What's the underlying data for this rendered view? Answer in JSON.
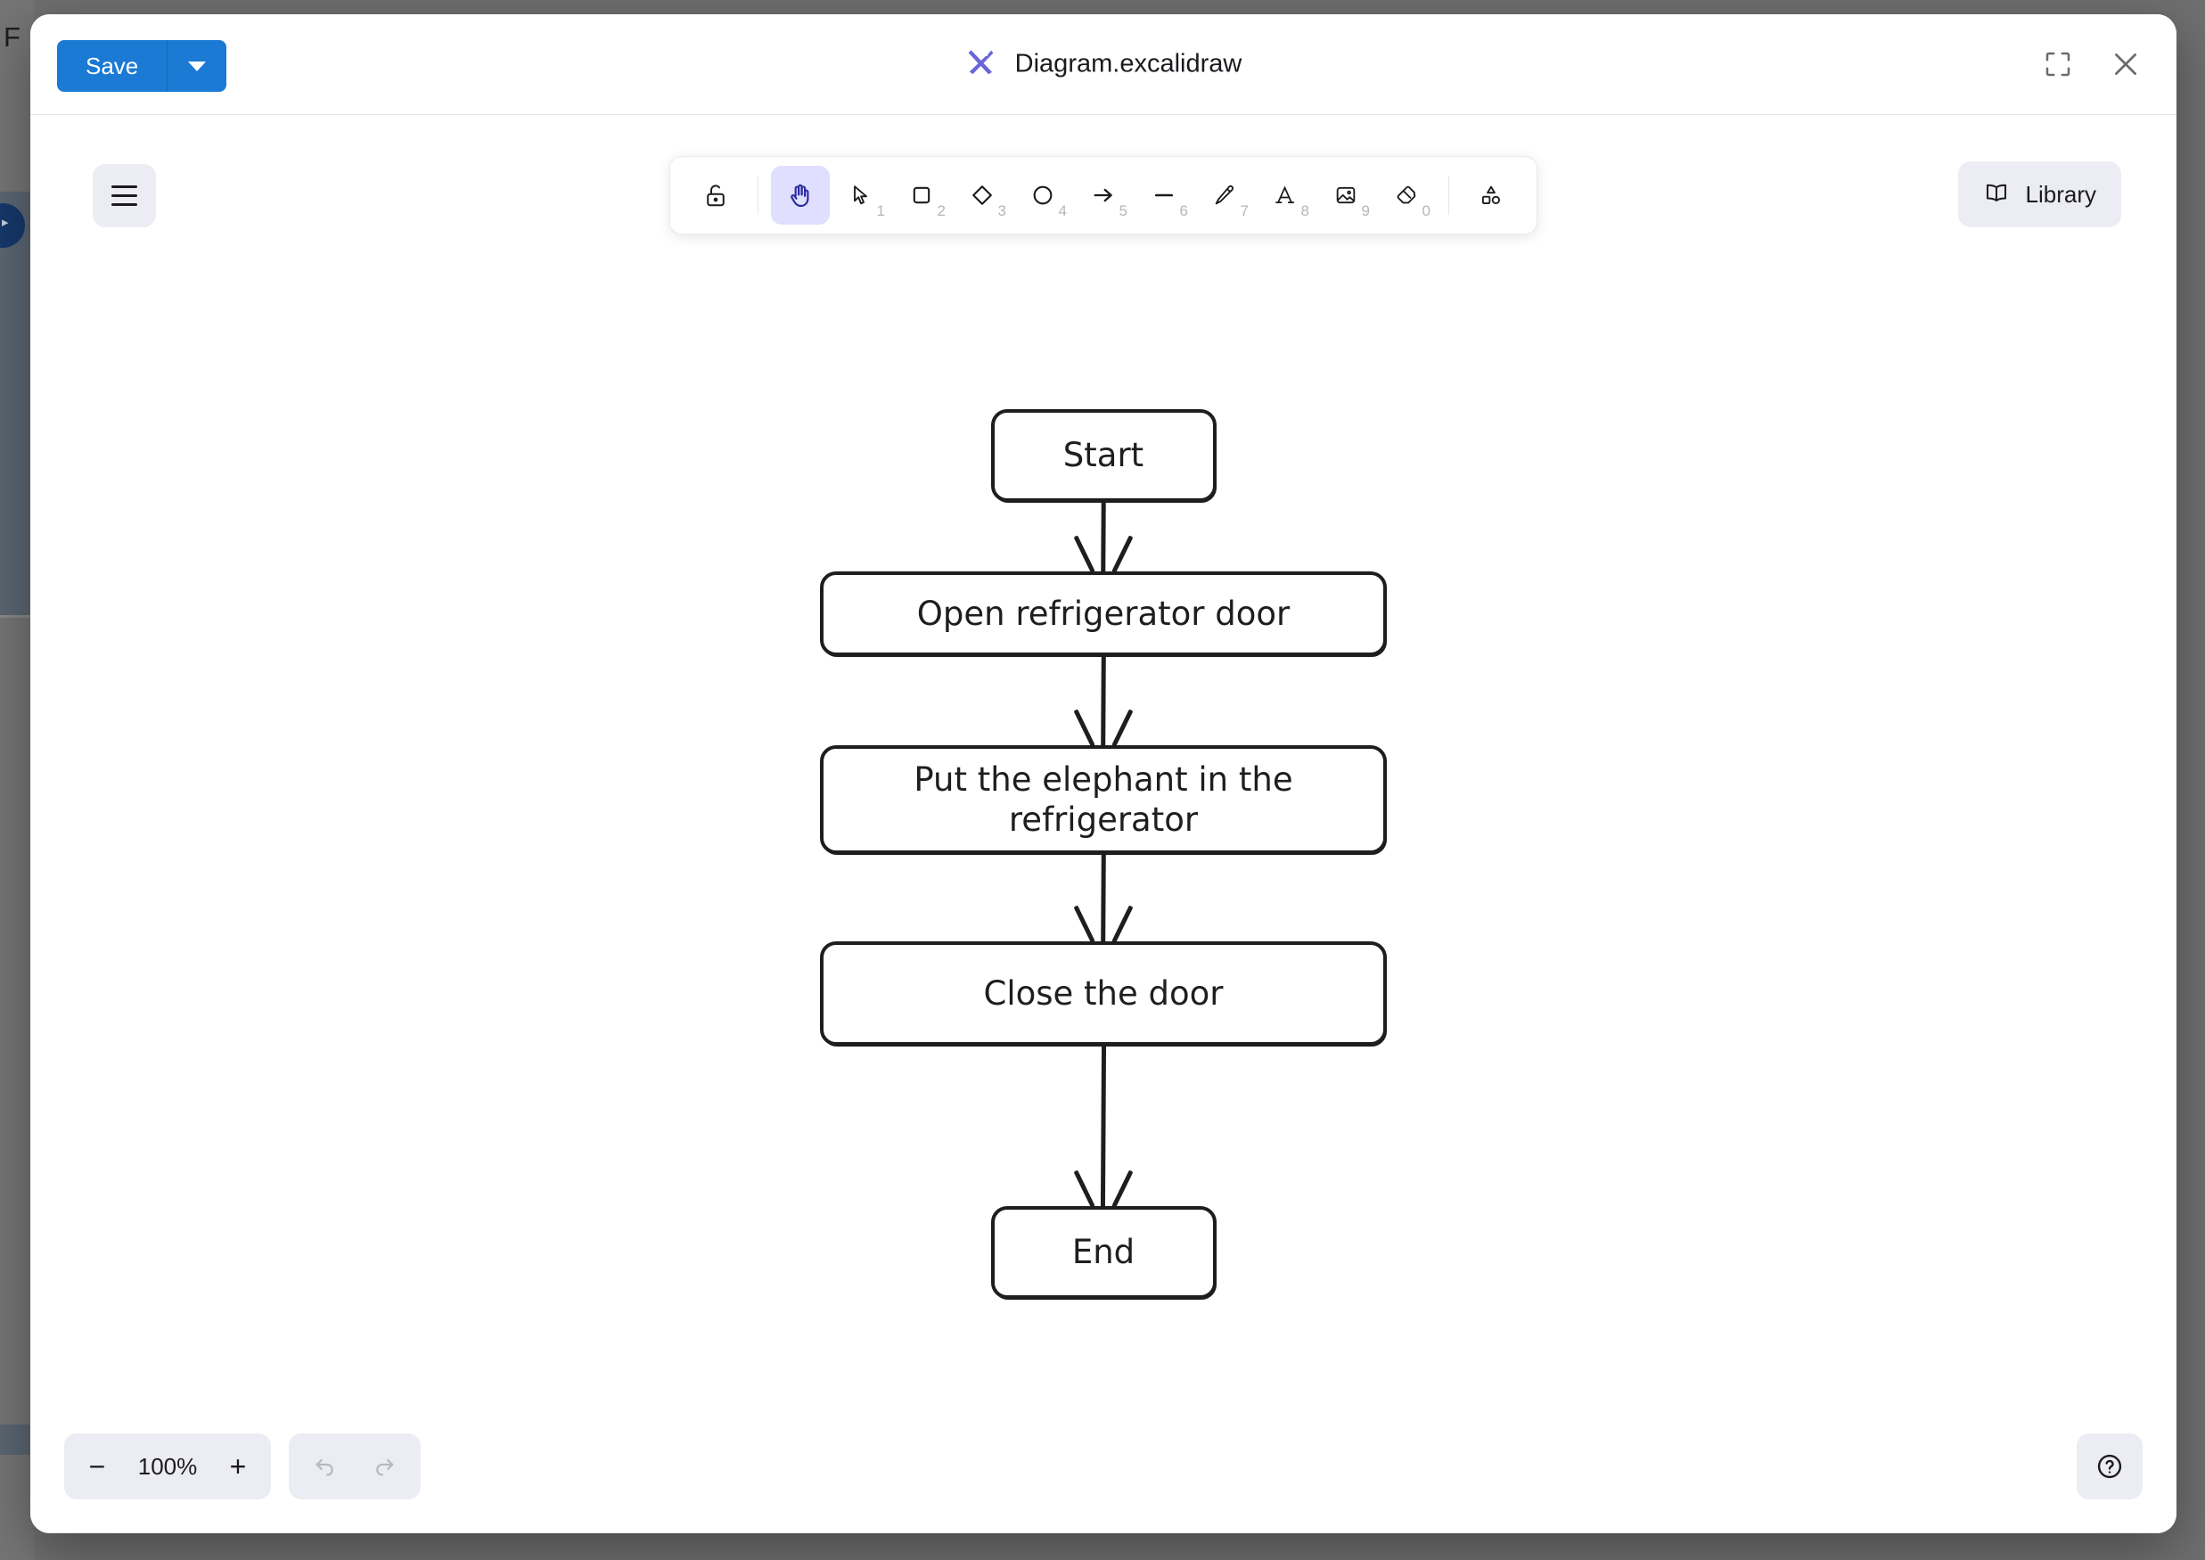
{
  "backdrop": {
    "partial_text": "F",
    "avatar_glyph": "▸"
  },
  "titlebar": {
    "save_label": "Save",
    "save_dropdown_icon": "chevron-down-icon",
    "logo_icon": "excalidraw-logo-icon",
    "app_title": "Diagram.excalidraw",
    "fullscreen_icon": "fullscreen-icon",
    "close_icon": "close-icon"
  },
  "canvas": {
    "menu_icon": "hamburger-menu-icon",
    "library_label": "Library",
    "library_icon": "book-icon"
  },
  "toolbar": {
    "tools": [
      {
        "name": "lock-icon",
        "label": "Keep selected tool active after drawing",
        "shortcut": "",
        "active": false
      },
      {
        "name": "hand-icon",
        "label": "Hand (panning tool)",
        "shortcut": "",
        "active": true
      },
      {
        "name": "selection-icon",
        "label": "Selection",
        "shortcut": "1",
        "active": false
      },
      {
        "name": "rectangle-icon",
        "label": "Rectangle",
        "shortcut": "2",
        "active": false
      },
      {
        "name": "diamond-icon",
        "label": "Diamond",
        "shortcut": "3",
        "active": false
      },
      {
        "name": "ellipse-icon",
        "label": "Ellipse",
        "shortcut": "4",
        "active": false
      },
      {
        "name": "arrow-icon",
        "label": "Arrow",
        "shortcut": "5",
        "active": false
      },
      {
        "name": "line-icon",
        "label": "Line",
        "shortcut": "6",
        "active": false
      },
      {
        "name": "pencil-icon",
        "label": "Draw",
        "shortcut": "7",
        "active": false
      },
      {
        "name": "text-icon",
        "label": "Text",
        "shortcut": "8",
        "active": false
      },
      {
        "name": "image-icon",
        "label": "Insert image",
        "shortcut": "9",
        "active": false
      },
      {
        "name": "eraser-icon",
        "label": "Eraser",
        "shortcut": "0",
        "active": false
      },
      {
        "name": "shapes-icon",
        "label": "More tools",
        "shortcut": "",
        "active": false
      }
    ]
  },
  "chart_data": {
    "type": "diagram",
    "diagram_kind": "flowchart",
    "title": "Diagram.excalidraw",
    "style": "hand-drawn",
    "nodes": [
      {
        "id": "n1",
        "label": "Start",
        "shape": "rounded-rectangle"
      },
      {
        "id": "n2",
        "label": "Open refrigerator door",
        "shape": "rounded-rectangle"
      },
      {
        "id": "n3",
        "label": "Put the elephant in the refrigerator",
        "shape": "rounded-rectangle"
      },
      {
        "id": "n4",
        "label": "Close the door",
        "shape": "rounded-rectangle"
      },
      {
        "id": "n5",
        "label": "End",
        "shape": "rounded-rectangle"
      }
    ],
    "edges": [
      {
        "from": "n1",
        "to": "n2",
        "label": "",
        "arrow": "down"
      },
      {
        "from": "n2",
        "to": "n3",
        "label": "",
        "arrow": "down"
      },
      {
        "from": "n3",
        "to": "n4",
        "label": "",
        "arrow": "down"
      },
      {
        "from": "n4",
        "to": "n5",
        "label": "",
        "arrow": "down"
      }
    ],
    "stroke_color": "#1e1e1e",
    "background_color": "#ffffff"
  },
  "footer": {
    "zoom_out_label": "−",
    "zoom_value": "100%",
    "zoom_in_label": "+",
    "undo_icon": "undo-icon",
    "redo_icon": "redo-icon",
    "help_icon": "help-icon"
  },
  "colors": {
    "accent_blue": "#1a7ad4",
    "tool_active_bg": "#e0dfff",
    "tool_active_fg": "#2c2ca0",
    "island_bg": "#ececf4",
    "stroke": "#1e1e1e",
    "logo_purple": "#6965db"
  }
}
